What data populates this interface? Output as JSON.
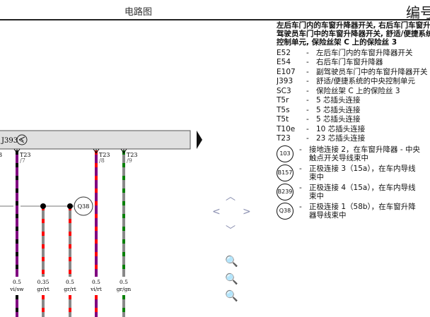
{
  "header": {
    "title": "电路图",
    "number": "编号"
  },
  "diagram": {
    "component": "J393",
    "wires": [
      {
        "pin": "T23",
        "pinno": "/7",
        "gauge": "0.5",
        "color": "vi/sw",
        "c1": "#800080",
        "c2": "#000000"
      },
      {
        "pin": "",
        "pinno": "",
        "gauge": "0.35",
        "color": "gr/rt",
        "c1": "#888888",
        "c2": "#ff0000"
      },
      {
        "pin": "",
        "pinno": "",
        "gauge": "0.5",
        "color": "gr/rt",
        "c1": "#888888",
        "c2": "#ff0000"
      },
      {
        "pin": "T23",
        "pinno": "/8",
        "gauge": "0.5",
        "color": "vi/rt",
        "c1": "#800080",
        "c2": "#ff0000"
      },
      {
        "pin": "T23",
        "pinno": "/9",
        "gauge": "0.5",
        "color": "gr/gn",
        "c1": "#888888",
        "c2": "#008000"
      }
    ],
    "left_pin_fragment": "3",
    "junction": "Q38"
  },
  "legend": {
    "heading": "左后车门内的车窗升降器开关, 右后车门车窗升降器, 副驾驶员车门中的车窗升降器开关, 舒适/便捷系统的中央控制单元, 保险丝架 C 上的保险丝 3",
    "items": [
      {
        "code": "E52",
        "text": "左后车门内的车窗升降器开关"
      },
      {
        "code": "E54",
        "text": "右后车门车窗升降器"
      },
      {
        "code": "E107",
        "text": "副驾驶员车门中的车窗升降器开关"
      },
      {
        "code": "J393",
        "text": "舒适/便捷系统的中央控制单元"
      },
      {
        "code": "SC3",
        "text": "保险丝架 C 上的保险丝 3"
      },
      {
        "code": "T5r",
        "text": "5 芯插头连接"
      },
      {
        "code": "T5s",
        "text": "5 芯插头连接"
      },
      {
        "code": "T5t",
        "text": "5 芯插头连接"
      },
      {
        "code": "T10e",
        "text": "10 芯插头连接"
      },
      {
        "code": "T23",
        "text": "23 芯插头连接"
      }
    ],
    "circles": [
      {
        "code": "103",
        "text": "接地连接 2，在车窗升降器 - 中央触点开关导线束中"
      },
      {
        "code": "B157",
        "text": "正极连接 3（15a），在车内导线束中"
      },
      {
        "code": "B239",
        "text": "正极连接 4（15a），在车内导线束中"
      },
      {
        "code": "Q38",
        "text": "正极连接 1（58b），在车窗升降器导线束中"
      }
    ]
  },
  "controls": {
    "up": "up",
    "down": "down",
    "left": "left",
    "right": "right",
    "zoom_fit": "zoom",
    "zoom_in": "zoom-in",
    "zoom_out": "zoom-out"
  }
}
